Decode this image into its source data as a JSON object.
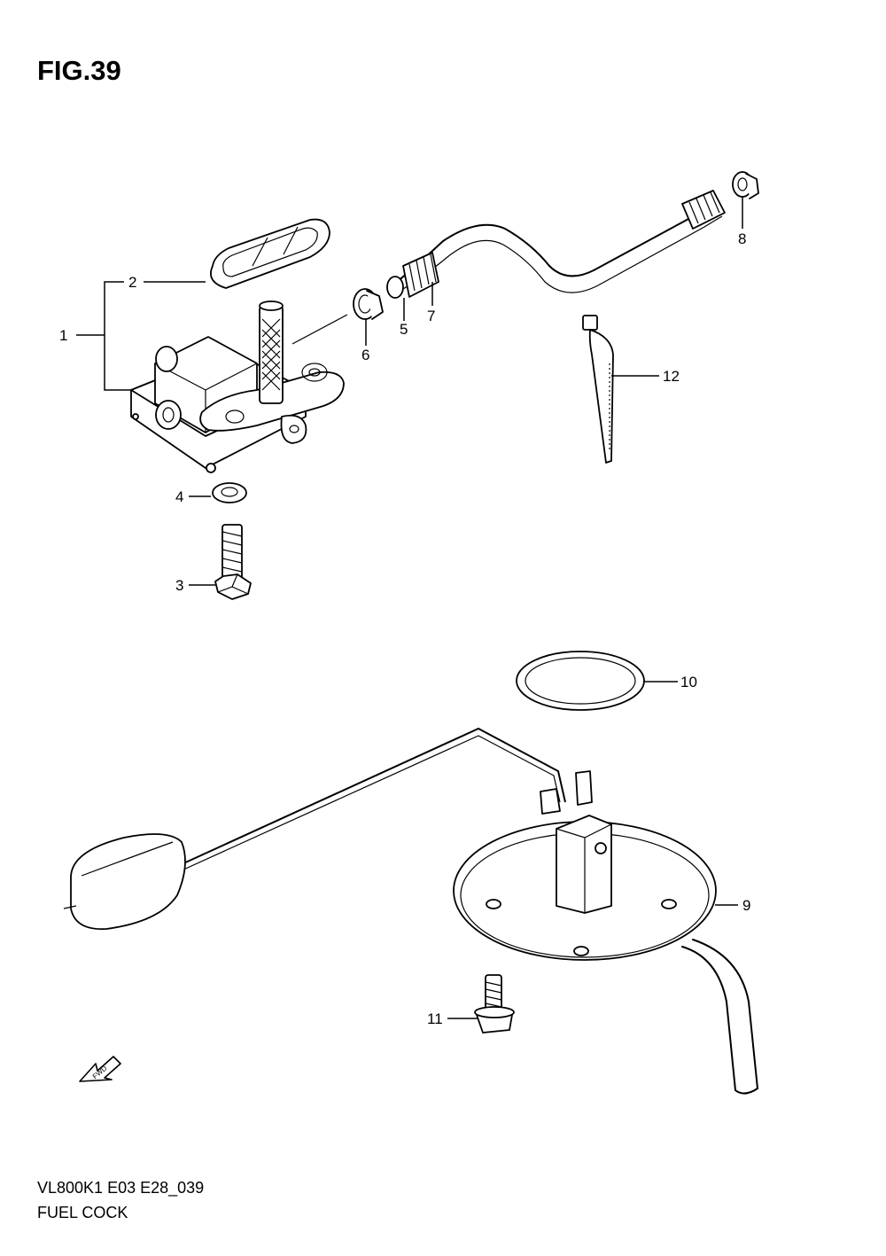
{
  "figure": {
    "title": "FIG.39",
    "code": "VL800K1 E03 E28_039",
    "name": "FUEL COCK"
  },
  "callouts": [
    "1",
    "2",
    "3",
    "4",
    "5",
    "6",
    "7",
    "8",
    "9",
    "10",
    "11",
    "12"
  ],
  "fwd_label": "FWD"
}
